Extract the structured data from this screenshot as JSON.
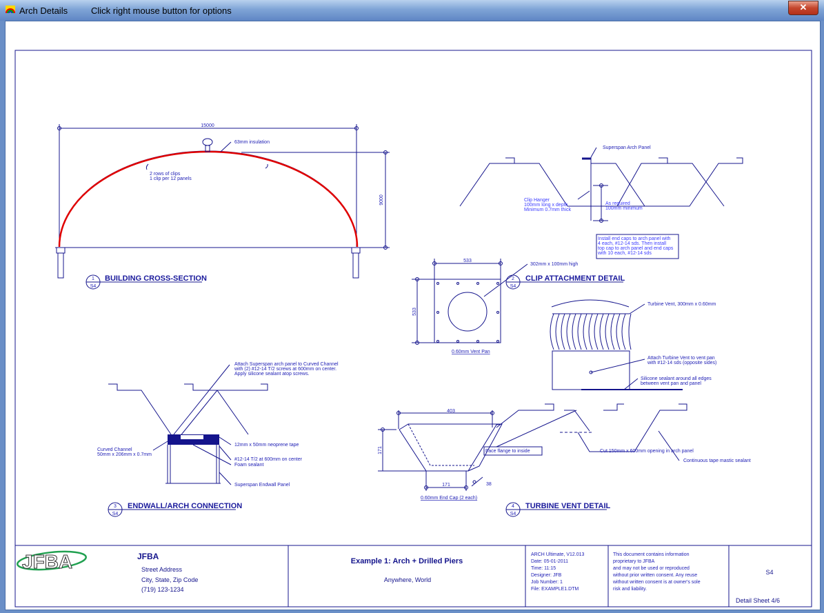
{
  "window": {
    "title": "Arch Details",
    "hint": "Click right mouse button for options",
    "close_label": "✕"
  },
  "colors": {
    "line": "#14148c",
    "arch": "#e00000",
    "titlebar": "#7fa4d6"
  },
  "cross_section": {
    "width_dim": "15000",
    "height_dim": "9000",
    "insulation": "63mm insulation",
    "clips": [
      "2 rows of clips",
      "1 clip per 12 panels"
    ],
    "heading": "BUILDING CROSS-SECTION",
    "num": "1",
    "sheet": "S4"
  },
  "clip_detail": {
    "panel": "Superspan Arch Panel",
    "hanger": [
      "Clip Hanger",
      "100mm long x depth",
      "Minimum 0.7mm thick"
    ],
    "required": [
      "As required",
      "100mm minimum"
    ],
    "note": [
      "Install end caps to arch panel with",
      "4 each, #12-14 sds. Then install",
      "top cap to arch panel and end caps",
      "with 10 each, #12-14 sds"
    ],
    "heading": "CLIP ATTACHMENT DETAIL",
    "num": "2",
    "sheet": "S4"
  },
  "vent_pan": {
    "dim_w": "533",
    "dim_h": "533",
    "hole": "302mm x 100mm high",
    "label": "0.60mm Vent Pan"
  },
  "turbine": {
    "vent": "Turbine Vent, 300mm x 0.60mm",
    "attach": [
      "Attach Turbine Vent to vent pan",
      "with #12-14 sds (opposite sides)"
    ],
    "sealant": [
      "Silicone sealant around all edges",
      "between vent pan and panel"
    ],
    "cap_w": "403",
    "cap_h": "171",
    "cap_base": "171",
    "cap_flange": "38",
    "flange": "Face flange to inside",
    "cap_label": "0.60mm End Cap (2 each)",
    "cut": "Cut 150mm x 600mm opening in arch panel",
    "mastic": "Continuous tape mastic sealant",
    "heading": "TURBINE VENT DETAIL",
    "num": "4",
    "sheet": "S4"
  },
  "endwall": {
    "attach": [
      "Attach Superspan arch panel to Curved Channel",
      "with (2) #12-14 T/2 screws at 600mm on center.",
      "Apply silicone sealant atop screws."
    ],
    "channel": [
      "Curved Channel",
      "50mm x 206mm x 0.7mm"
    ],
    "tape": "12mm x 50mm neoprene tape",
    "screws": "#12-14 T/2 at 600mm on center",
    "foam": "Foam sealant",
    "panel": "Superspan Endwall Panel",
    "heading": "ENDWALL/ARCH CONNECTION",
    "num": "3",
    "sheet": "S4"
  },
  "title_block": {
    "logo": "JFBA",
    "company": "JFBA",
    "street": "Street Address",
    "city": "City, State, Zip Code",
    "phone": "(719) 123-1234",
    "project": "Example 1:  Arch + Drilled Piers",
    "location": "Anywhere, World",
    "info": [
      "ARCH Ultimate, V12.013",
      "Date: 05-01-2011",
      "Time: 11:15",
      "Designer: JFB",
      "Job Number: 1",
      "File: EXAMPLE1.DTM"
    ],
    "notice": [
      "This document contains information",
      "proprietary to JFBA",
      "and may not be used or reproduced",
      "without prior written consent. Any reuse",
      "without written consent is at owner's sole",
      "risk and liability."
    ],
    "sheet": "S4",
    "sheet_label": "Detail Sheet 4/6"
  }
}
